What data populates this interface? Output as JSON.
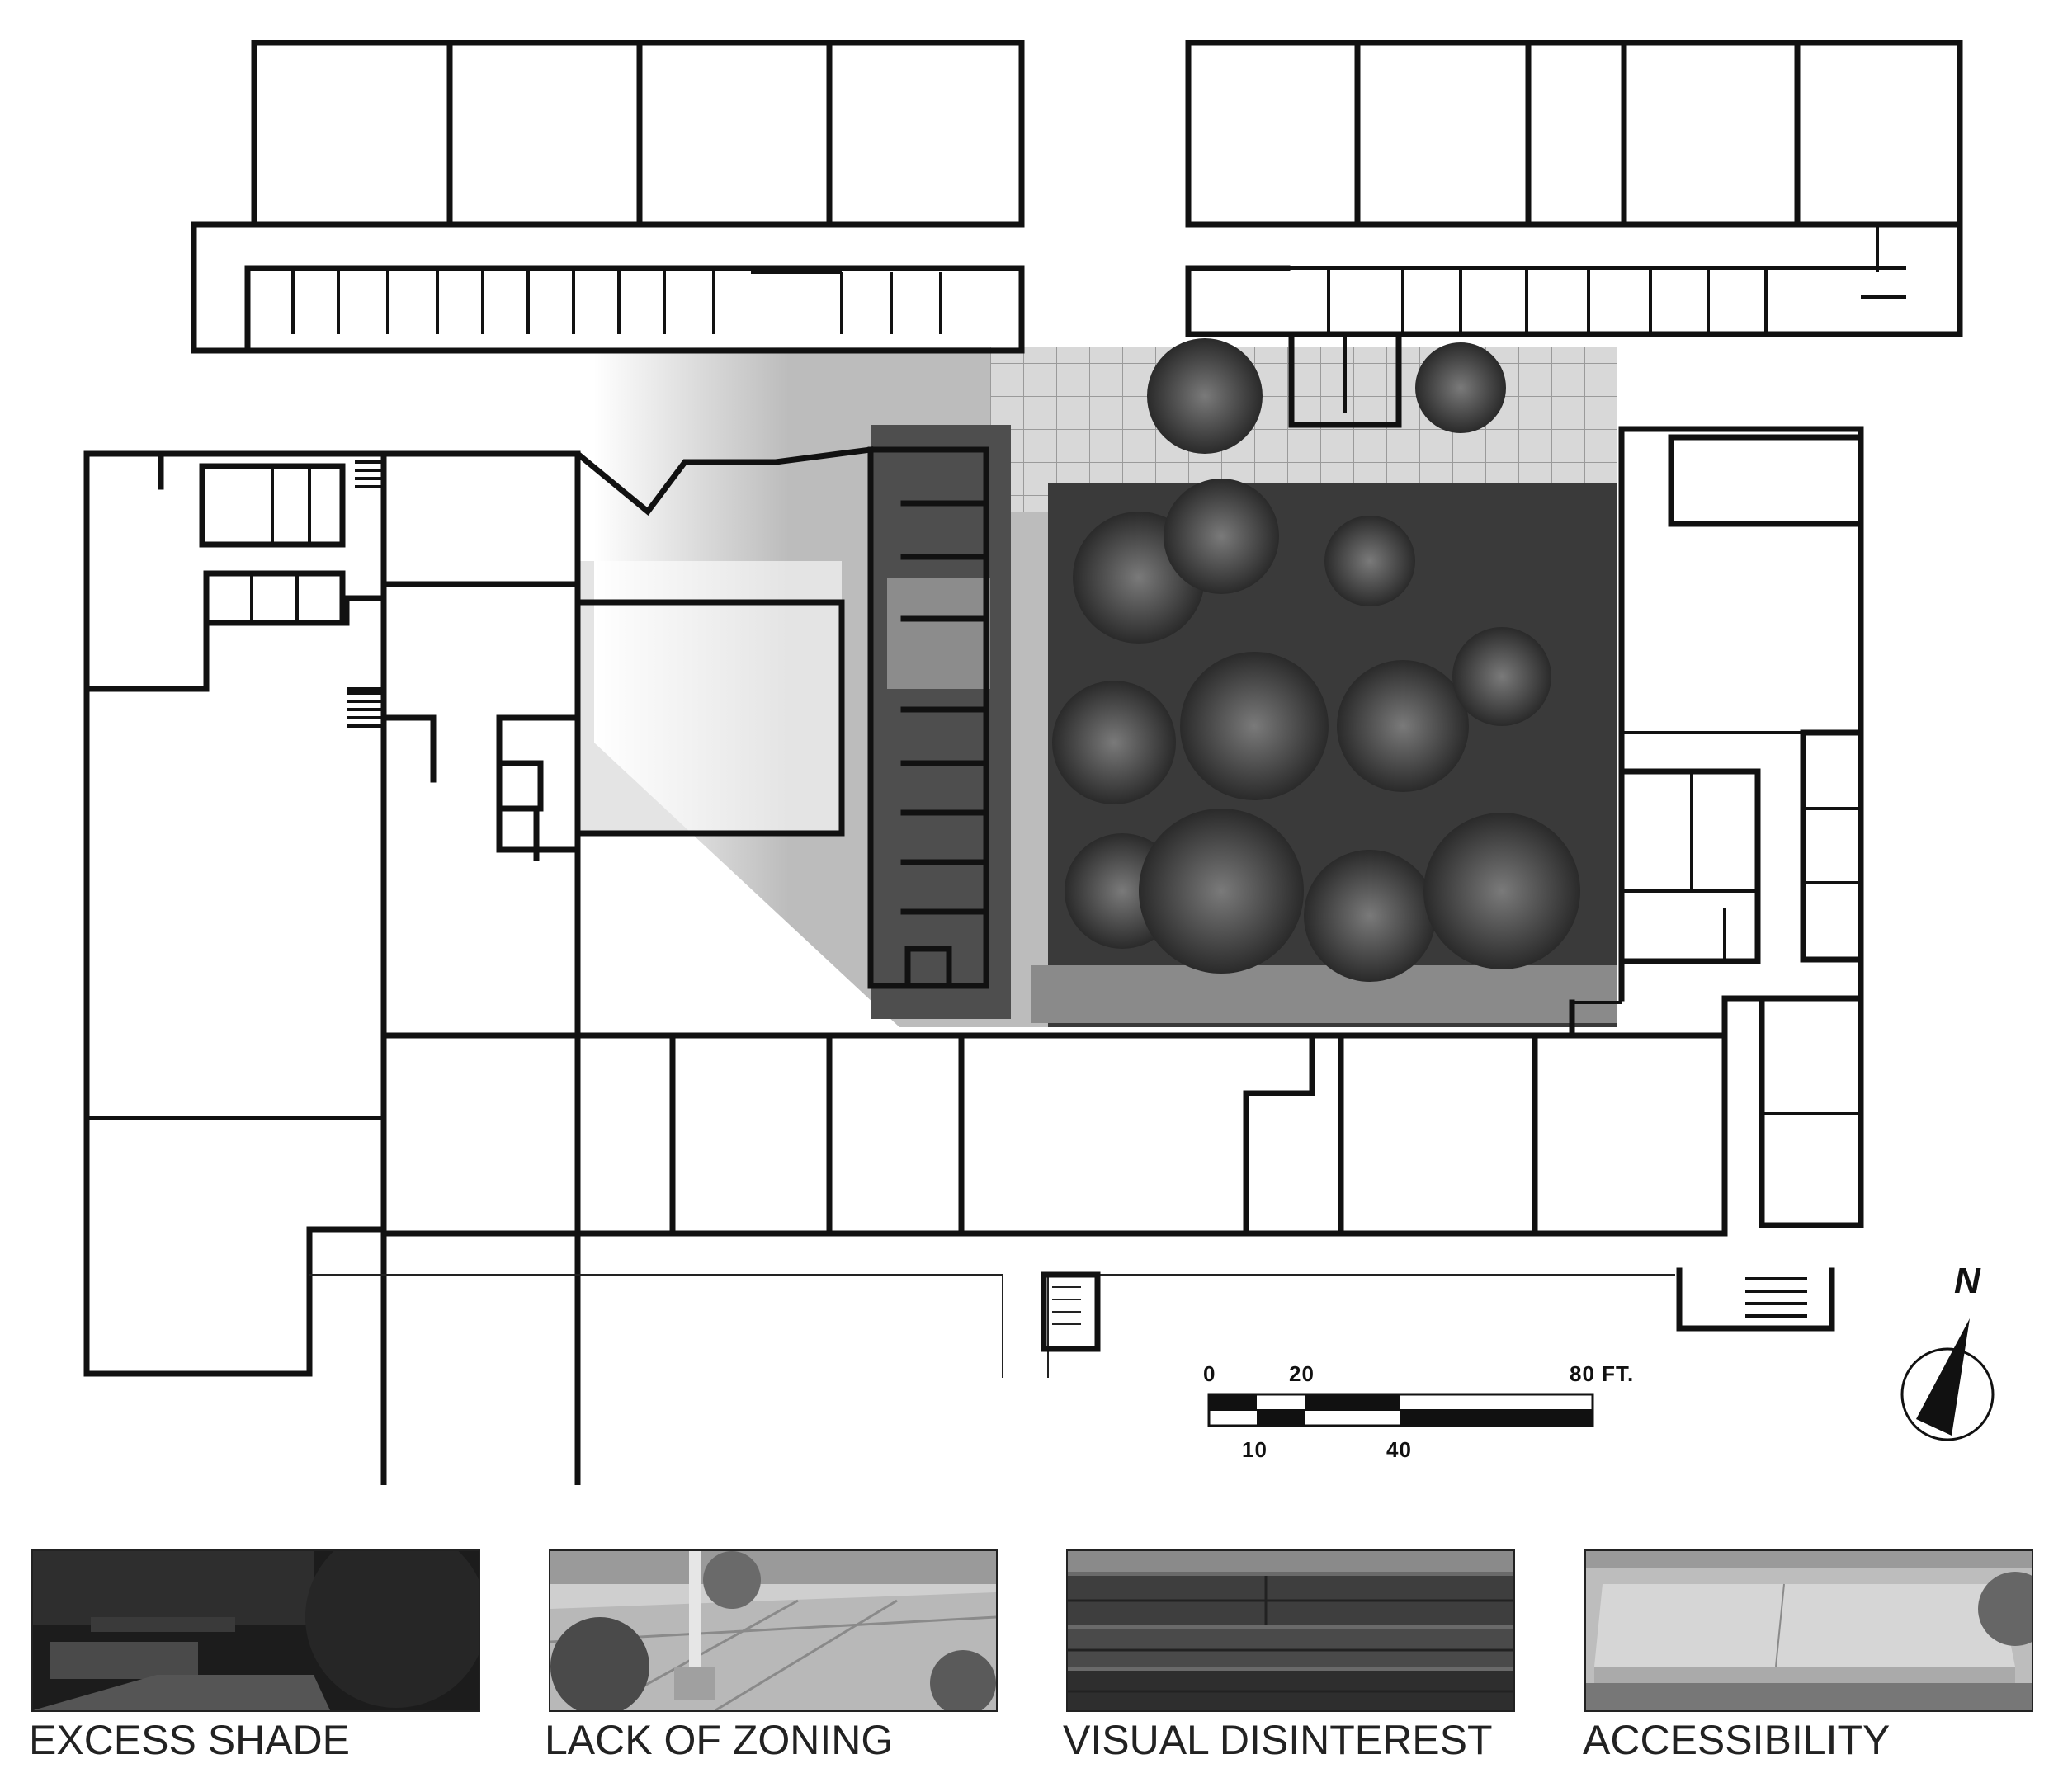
{
  "scale_bar": {
    "top_labels": [
      "0",
      "20",
      "80 FT."
    ],
    "bottom_labels": [
      "10",
      "40"
    ]
  },
  "north": {
    "label": "N"
  },
  "issues": [
    {
      "caption": "EXCESS SHADE",
      "image": "dark-shaded-courtyard-bench-photo"
    },
    {
      "caption": "LACK OF ZONING",
      "image": "open-paved-plaza-with-pole-photo"
    },
    {
      "caption": "VISUAL DISINTEREST",
      "image": "weathered-timber-planter-photo"
    },
    {
      "caption": "ACCESSIBILITY",
      "image": "concrete-slab-raised-edge-photo"
    }
  ]
}
